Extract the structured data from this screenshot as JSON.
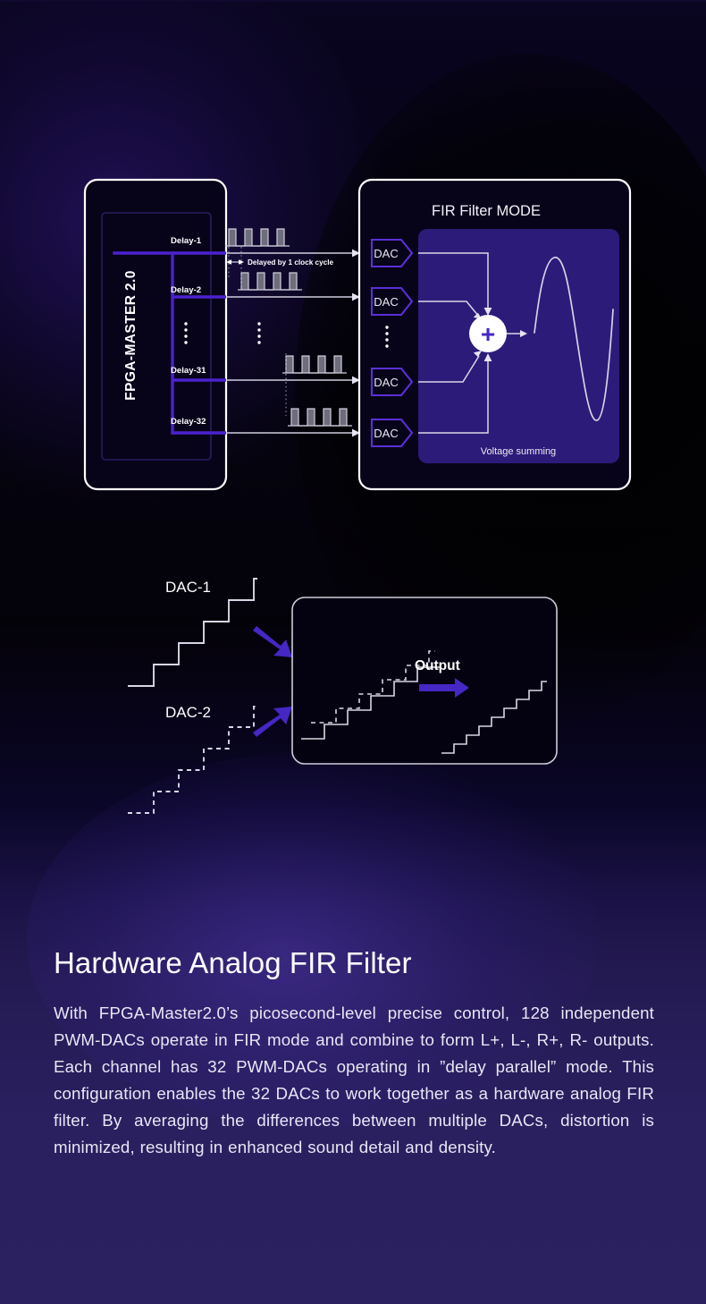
{
  "theme": {
    "bg_top": "#0a0520",
    "bg_bottom": "#2b2161",
    "accent_purple": "#4527c4",
    "accent_purple_bright": "#5b2fd6",
    "panel_fill": "#2d1b7a",
    "line_white": "#d8d6e6",
    "pulse_fill": "#6a6a78",
    "pulse_stroke": "#c9c7d6",
    "text_white": "#ffffff",
    "text_body": "#e8e6f4"
  },
  "fir_diagram": {
    "fpga_block": {
      "vertical_label": "FPGA-MASTER 2.0",
      "taps": [
        {
          "label": "Delay-1"
        },
        {
          "label": "Delay-2"
        },
        {
          "label": "Delay-31"
        },
        {
          "label": "Delay-32"
        }
      ],
      "ellipsis": "⋮",
      "delay_note": "Delayed by 1 clock cycle"
    },
    "fir_block": {
      "title": "FIR Filter MODE",
      "dac_labels": [
        "DAC",
        "DAC",
        "DAC",
        "DAC"
      ],
      "summing_symbol": "+",
      "panel_caption": "Voltage summing"
    }
  },
  "staircase_diagram": {
    "source_labels": [
      "DAC-1",
      "DAC-2"
    ],
    "output_label": "Output"
  },
  "content": {
    "title": "Hardware Analog FIR Filter",
    "body": "With FPGA-Master2.0’s picosecond-level precise control, 128 independent PWM-DACs operate in FIR mode and combine to form L+, L-, R+, R- outputs. Each channel has 32 PWM-DACs operating in ”delay parallel” mode. This configuration enables the 32 DACs to work together as a hardware analog FIR filter. By averaging the differences between multiple DACs, distortion is minimized, resulting in enhanced sound detail and density."
  }
}
